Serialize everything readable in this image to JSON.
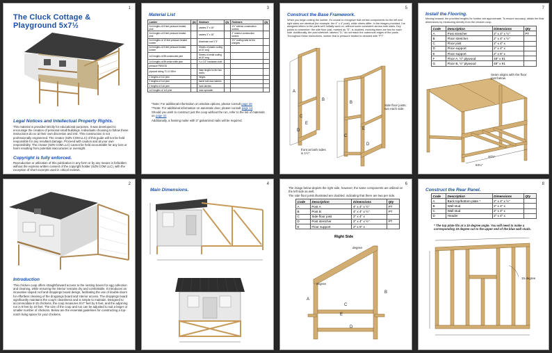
{
  "page1": {
    "number": "1",
    "title": "The Cluck Cottage & Playground 5x7½",
    "legal_heading": "Legal Notices and Intellectual Property Rights.",
    "legal_text": "This material is provided strictly for educational purposes. It was developed to encourage the creation of personal small buildings. Individuals choosing to follow these instructions do so at their own discretion and risk. This construction is not professionally engineered. The creator (SZN COM LLC) of this guide will not be held responsible for any resultant damage. Proceed with caution and at your own responsibility. The creator (SZN COM LLC) cannot be held accountable for any loss or harm resulting from potential inaccuracies or oversight.",
    "copyright_heading": "Copyright is fully enforced.",
    "copyright_text": "Reproduction or utilization of this publication in any form or by any means is forbidden without the express written consent of the copyright holder (SZN COM LLC), with the exception of short excerpts used in critical reviews."
  },
  "page2": {
    "number": "2",
    "intro_heading": "Introduction",
    "intro_text": "This chicken coop offers straightforward access to the nesting boxes for egg collection and cleaning, while ensuring the interior remains dry and comfortable. It introduces an innovative sloped roof and droppings board design, facilitating the use of double doors for effortless cleaning of the droppings board and interior access. The droppings board significantly maintains the coop's cleanliness and is simple to maintain. Designed to accommodate 8-15 chickens, the coop measures 5'x7' feet by 5 feet, and the adjoining run is 5 feet by 10 feet. The size of the coop and run can be adjusted to suit a larger or smaller number of chickens. Below are the essential guidelines for constructing a top-notch living space for your chickens."
  },
  "page3": {
    "number": "3",
    "heading": "Material List",
    "headers": [
      "Lumber",
      "Qty",
      "Hardware",
      "Qty",
      "Fasteners",
      "Qty"
    ],
    "rows": [
      [
        "2x4 lengths of 8 feet pressure treated pine",
        "",
        "casters 3\" x 16\"",
        "",
        "1½\" exterior construction screws",
        ""
      ],
      [
        "2x4 lengths of 8 feet pressure treated pine",
        "",
        "casters 3\" x 16\"",
        "",
        "2\" exterior construction screws",
        ""
      ],
      [
        "2x4 lengths of 10 feet pressure treated lumber",
        "",
        "Aluminum roof 1\"3\"",
        "",
        "1½\" roofing nails for the shingles",
        ""
      ],
      [
        "2x3 lengths of 8 feet pressure treated lumber",
        "",
        "Sheets of plastic roofing at 10' long",
        "",
        "",
        ""
      ],
      [
        "1x2 lengths of 8ft constructed pine",
        "",
        "Sheets of metal roofing at 10' long",
        "",
        "",
        ""
      ],
      [
        "1x4 lengths of 8ft cedar white pine",
        "",
        "¼ x 1/2\" hardware cloth",
        "",
        "",
        ""
      ],
      [
        "pressure PWOOD",
        "",
        "",
        "",
        "",
        ""
      ],
      [
        "plywood siding T1-11 5/8 in",
        "",
        "hasp hinges for the two doors",
        "",
        "",
        ""
      ],
      [
        "2 lengths of 1x2 pine",
        "",
        "hinges",
        "",
        "",
        ""
      ],
      [
        "2 lengths of 1x4 pine",
        "",
        "barrel bolt door latches",
        "",
        "",
        ""
      ],
      [
        "2 lengths of 1x6 pine",
        "",
        "hook latches",
        "",
        "",
        ""
      ],
      [
        "1x2 lengths of 1x2 pine",
        "",
        "hose spreader",
        "",
        "",
        ""
      ]
    ],
    "note1_prefix": "*Note: For additional information on window options, please consult",
    "note1_link": "page 26",
    "note2_prefix": "**Note: For additional information on automatic door, please consult",
    "note2_link": "page 14",
    "note3_prefix": "Should you wish to construct just the coop without the run, refer to the list of materials on",
    "note3_link": "page 31",
    "note4": "Additionally, a framing nailer with 3\" galvanized nails will be required."
  },
  "page4": {
    "number": "4",
    "heading": "Main Dimensions."
  },
  "page5": {
    "number": "5",
    "heading": "Construct the Base Framework.",
    "text": "When you begin cutting the lumber, it's crucial to recognize that certain components for the left and right sides are identical (for example, the 4\" x 4\" post), while others differ. In the images provided, I've assigned letters to the parts we'll initially work on, without some consistent across both sides. Key points to remember: the side floor joist, marked as \"D\", is doubled, meaning there are two for each side. Additionally, the post stretcher, labeled \"D,\" do not reach the outermost edges of the posts. Throughout these instructions, lumber that is pressure treated is denoted with \"PT\".",
    "label_a": "A",
    "label_b": "B",
    "label_c": "C",
    "label_d": "D",
    "label_e": "E",
    "label_b2": "B",
    "label_c2": "C",
    "label_d2": "D",
    "label_e2": "E",
    "callout_front": "front at both sides is 1½\".",
    "callout_side": "Side floor joists: two each side."
  },
  "page6": {
    "number": "6",
    "text1": "The image below depicts the right side, however, the same components are utilized on the left side as well.",
    "text2": "The side floor joists illustrated are doubled, indicating that there are two per side.",
    "headers": [
      "Code",
      "Description",
      "Dimensions",
      "Qty"
    ],
    "rows": [
      [
        "A",
        "Post A",
        "4\" x 4\" x  ½\"",
        "PT"
      ],
      [
        "B",
        "Post B",
        "4\" x 4\" x  ½\"",
        "PT"
      ],
      [
        "C",
        "Side floor joist",
        "2\" x 4\" x",
        ""
      ],
      [
        "D",
        "Post stretcher",
        "2\" x 4\" x  ½\"",
        "PT"
      ],
      [
        "E",
        "Floor support",
        "2\" x 6\" x",
        ""
      ]
    ],
    "side_label": "Right Side",
    "degree_top": "degree",
    "degree_left": "degree",
    "label_a": "A",
    "label_b": "B",
    "label_c": "C",
    "label_d": "D",
    "label_e": "E"
  },
  "page7": {
    "number": "7",
    "heading": "Install the Flooring.",
    "text": "Moving forward, the provided lengths for lumber are approximate. To ensure accuracy, obtain the final dimensions by measuring directly from the chicken coop.",
    "headers": [
      "Code",
      "Description",
      "Dimensions",
      "Qty"
    ],
    "rows": [
      [
        "A",
        "Post stretcher",
        "2\" x 4\" x  ½\"",
        "PT"
      ],
      [
        "B",
        "Floor stretcher",
        "2\" x 4\" x  ½\"",
        ""
      ],
      [
        "C",
        "Floor joist",
        "2\" x 4\" x",
        ""
      ],
      [
        "D",
        "Floor support",
        "2\" x 4\" x",
        ""
      ],
      [
        "E",
        "Floor support",
        "2\" x 6\" x",
        ""
      ],
      [
        "F",
        "Floor A, ½\" plywood",
        "48\" x 91",
        ""
      ],
      [
        "G",
        "Floor B, ½\" plywood",
        "48\" x 91",
        ""
      ]
    ],
    "seam_note": "Seam aligns with the floor joist below.",
    "dim1": "40⅝\"",
    "dim2": "84¼\""
  },
  "page8": {
    "number": "8",
    "heading": "Construct the Rear Panel.",
    "headers": [
      "Code",
      "Description",
      "Dimensions",
      "Qty"
    ],
    "rows": [
      [
        "A",
        "Back top/bottom plate *",
        "2\" x 4\" x  ½\"",
        ""
      ],
      [
        "B",
        "Wall stud",
        "2\" x 4\" x",
        ""
      ],
      [
        "C",
        "Wall stud",
        "2\" x 4\" x",
        ""
      ],
      [
        "D",
        "Header",
        "2\" x 4\" x",
        ""
      ]
    ],
    "note": "* The top plate fits at a 15 degree angle. You will need to make a corresponding 15 degree cut to the upper end of the blue wall studs.",
    "angle_label": "15 degree"
  }
}
